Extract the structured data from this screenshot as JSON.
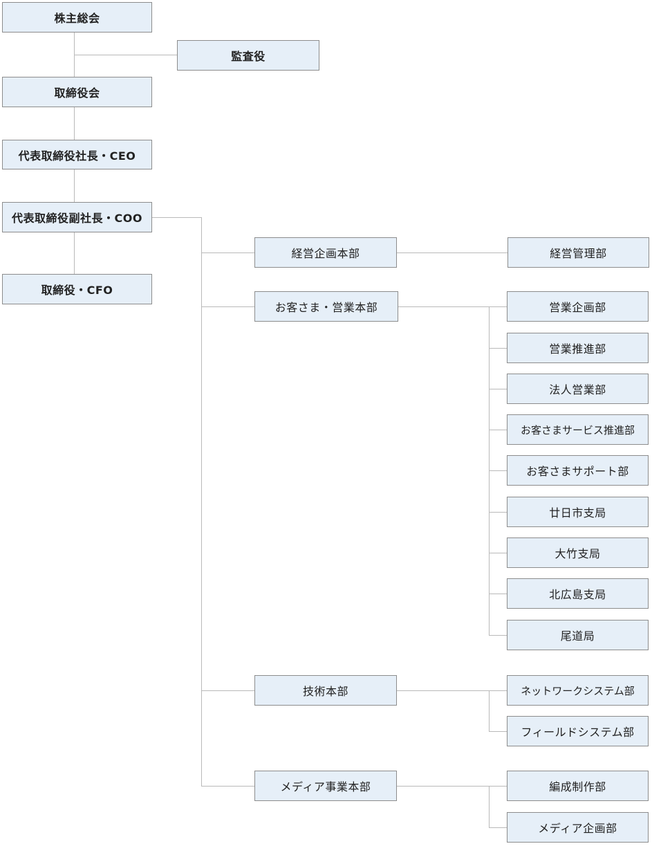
{
  "executive": {
    "shareholders": "株主総会",
    "auditor": "監査役",
    "board": "取締役会",
    "ceo": "代表取締役社長・CEO",
    "coo": "代表取締役副社長・COO",
    "cfo": "取締役・CFO"
  },
  "divisions": {
    "planning": {
      "name": "経営企画本部",
      "departments": [
        "経営管理部"
      ]
    },
    "customer_sales": {
      "name": "お客さま・営業本部",
      "departments": [
        "営業企画部",
        "営業推進部",
        "法人営業部",
        "お客さまサービス推進部",
        "お客さまサポート部",
        "廿日市支局",
        "大竹支局",
        "北広島支局",
        "尾道局"
      ]
    },
    "technology": {
      "name": "技術本部",
      "departments": [
        "ネットワークシステム部",
        "フィールドシステム部"
      ]
    },
    "media": {
      "name": "メディア事業本部",
      "departments": [
        "編成制作部",
        "メディア企画部"
      ]
    }
  }
}
